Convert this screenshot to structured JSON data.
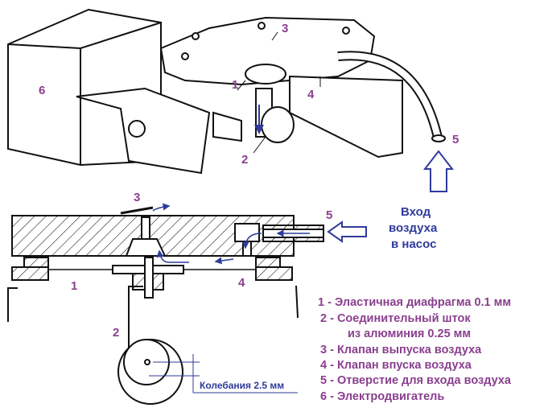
{
  "numbers": {
    "n1": "1",
    "n2": "2",
    "n3": "3",
    "n4": "4",
    "n5": "5",
    "n6": "6"
  },
  "inlet_label": [
    "Вход",
    "воздуха",
    "в насос"
  ],
  "oscillation_label": "Колебания 2.5 мм",
  "legend": [
    "1 - Эластичная диафрагма 0.1 мм",
    "2 - Соединительный шток",
    "из алюминия 0.25 мм",
    "3 - Клапан выпуска воздуха",
    "4 - Клапан впуска воздуха",
    "5 - Отверстие для входа воздуха",
    "6 - Электродвигатель"
  ],
  "colors": {
    "label": "#8a3f8f",
    "arrow": "#2f3b9a",
    "line": "#111111"
  }
}
